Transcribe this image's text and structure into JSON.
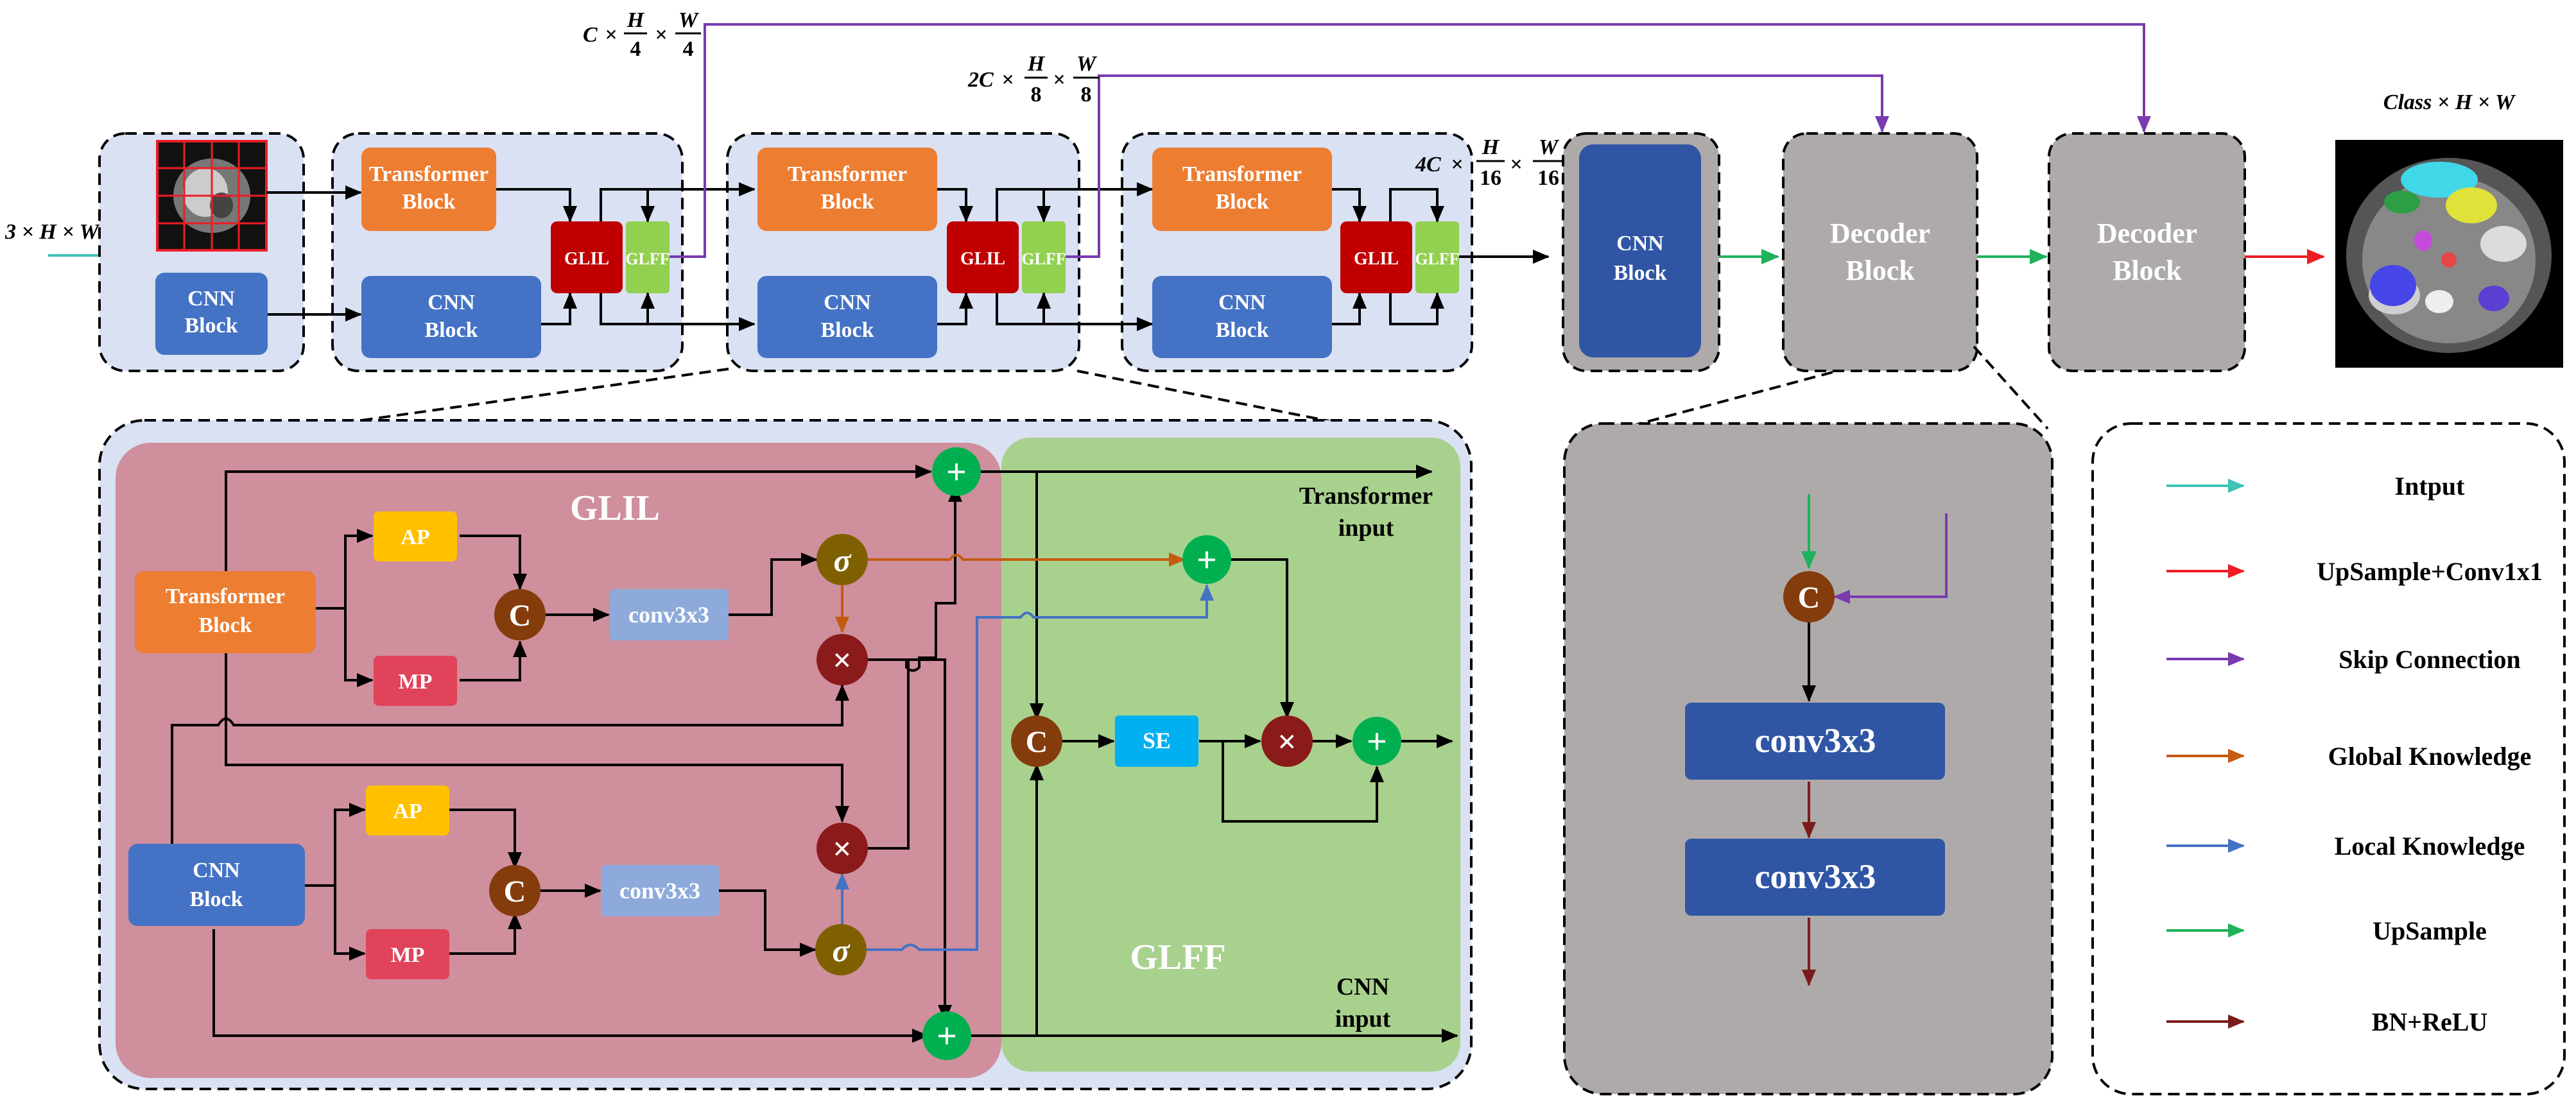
{
  "top": {
    "input_dims": "3 × H × W",
    "skip1": {
      "c": "C",
      "h": "H",
      "h_den": "4",
      "w": "W",
      "w_den": "4"
    },
    "skip2": {
      "c": "2C",
      "h": "H",
      "h_den": "8",
      "w": "W",
      "w_den": "8"
    },
    "bottleneck": {
      "c": "4C",
      "h": "H",
      "h_den": "16",
      "w": "W",
      "w_den": "16"
    },
    "output_dims": "Class × H × W",
    "transformer_label": [
      "Transformer",
      "Block"
    ],
    "cnn_label": [
      "CNN",
      "Block"
    ],
    "glil": "GLIL",
    "glff": "GLFF",
    "decoder_label": [
      "Decoder",
      "Block"
    ]
  },
  "detail": {
    "transformer_block": [
      "Transformer",
      "Block"
    ],
    "cnn_block": [
      "CNN",
      "Block"
    ],
    "ap": "AP",
    "mp": "MP",
    "conv": "conv3x3",
    "concat": "C",
    "sigma": "σ",
    "times": "×",
    "plus": "+",
    "glil_title": "GLIL",
    "glff_title": "GLFF",
    "se": "SE",
    "transformer_input": [
      "Transformer",
      "input"
    ],
    "cnn_input": [
      "CNN",
      "input"
    ]
  },
  "decoder_detail": {
    "concat": "C",
    "conv1": "conv3x3",
    "conv2": "conv3x3"
  },
  "legend": [
    {
      "label": "Intput",
      "color": "#3cc3b4"
    },
    {
      "label": "UpSample+Conv1x1",
      "color": "#ee1c24"
    },
    {
      "label": "Skip Connection",
      "color": "#7a3ab0"
    },
    {
      "label": "Global Knowledge",
      "color": "#c55a11"
    },
    {
      "label": "Local Knowledge",
      "color": "#4472c4"
    },
    {
      "label": "UpSample",
      "color": "#1fb25a"
    },
    {
      "label": "BN+ReLU",
      "color": "#7b1c1c"
    }
  ]
}
